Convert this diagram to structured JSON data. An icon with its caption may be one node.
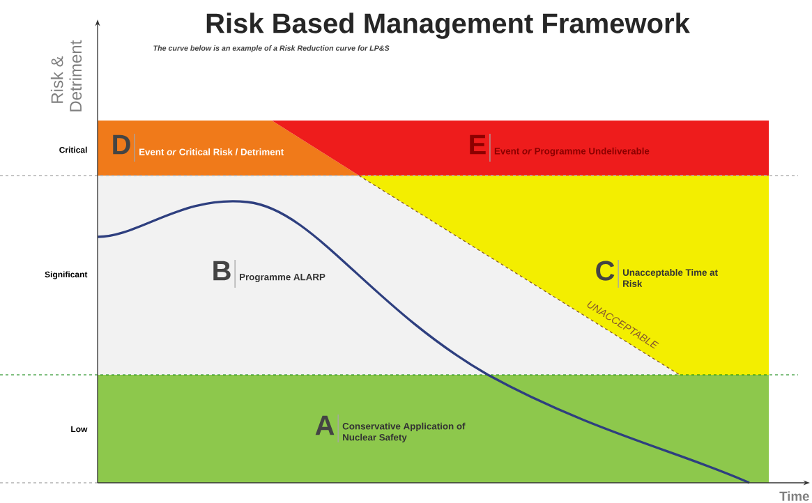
{
  "diagram": {
    "title": "Risk Based Management Framework",
    "nodes": [
      {
        "text": [
          "D",
          "Event *or* Critical Risk / Detriment"
        ]
      },
      {
        "text": [
          "E",
          "Event *or* Programme Undeliverable"
        ]
      },
      {
        "text": [
          "B",
          "Programme ALARP"
        ]
      },
      {
        "text": [
          "C",
          "Unacceptable Time at Risk"
        ]
      },
      {
        "text": [
          "A",
          "Conservative Application of Nuclear Safety"
        ]
      }
    ],
    "labels": [
      "The curve below is an example of a Risk Reduction curve for LP&S",
      "Risk & Detriment",
      "Critical",
      "Significant",
      "UNACCEPTABLE",
      "Low",
      "Time"
    ]
  }
}
